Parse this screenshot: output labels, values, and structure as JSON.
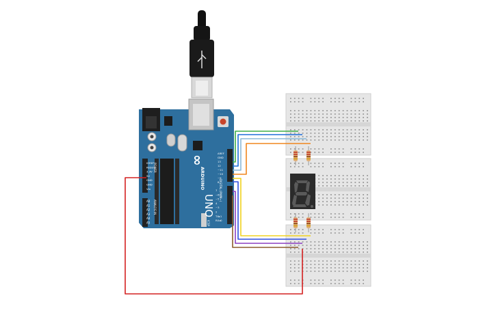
{
  "board": {
    "brand": "ARDUINO",
    "model": "UNO",
    "logo_symbol": "∞",
    "icsp_label": "ICSP",
    "left_header_labels": [
      "IOREF",
      "RESET",
      "3.3V",
      "5V",
      "GND",
      "GND",
      "Vin"
    ],
    "analog_labels": [
      "A0",
      "A1",
      "A2",
      "A3",
      "A4",
      "A5"
    ],
    "power_label": "POWER",
    "analog_in_label": "ANALOG IN",
    "digital_label": "DIGITAL (PWM~)",
    "right_header_top": [
      "AREF",
      "GND",
      "13",
      "12",
      "~11",
      "~10",
      "~9",
      "8"
    ],
    "right_header_bottom": [
      "7",
      "~6",
      "~5",
      "4",
      "~3",
      "2",
      "TX▸1",
      "RX◂0"
    ],
    "colors": {
      "board": "#2e6f9e",
      "header": "#222222",
      "chip": "#1c1c1c",
      "usb_metal": "#c8c8c8"
    }
  },
  "display": {
    "digit": "8",
    "colors": {
      "body": "#2b2b2b",
      "segment_off": "#5a5a5a"
    }
  },
  "breadboards": {
    "count": 3,
    "colors": {
      "body": "#e6e6e6",
      "hole": "#9a9a9a"
    }
  },
  "wires": {
    "colors": [
      "#3fae49",
      "#1e6fd9",
      "#8ab9d8",
      "#f0861e",
      "#f0d21e",
      "#2f4fe0",
      "#8a3fc2",
      "#8b5a2b",
      "#d42020"
    ]
  }
}
